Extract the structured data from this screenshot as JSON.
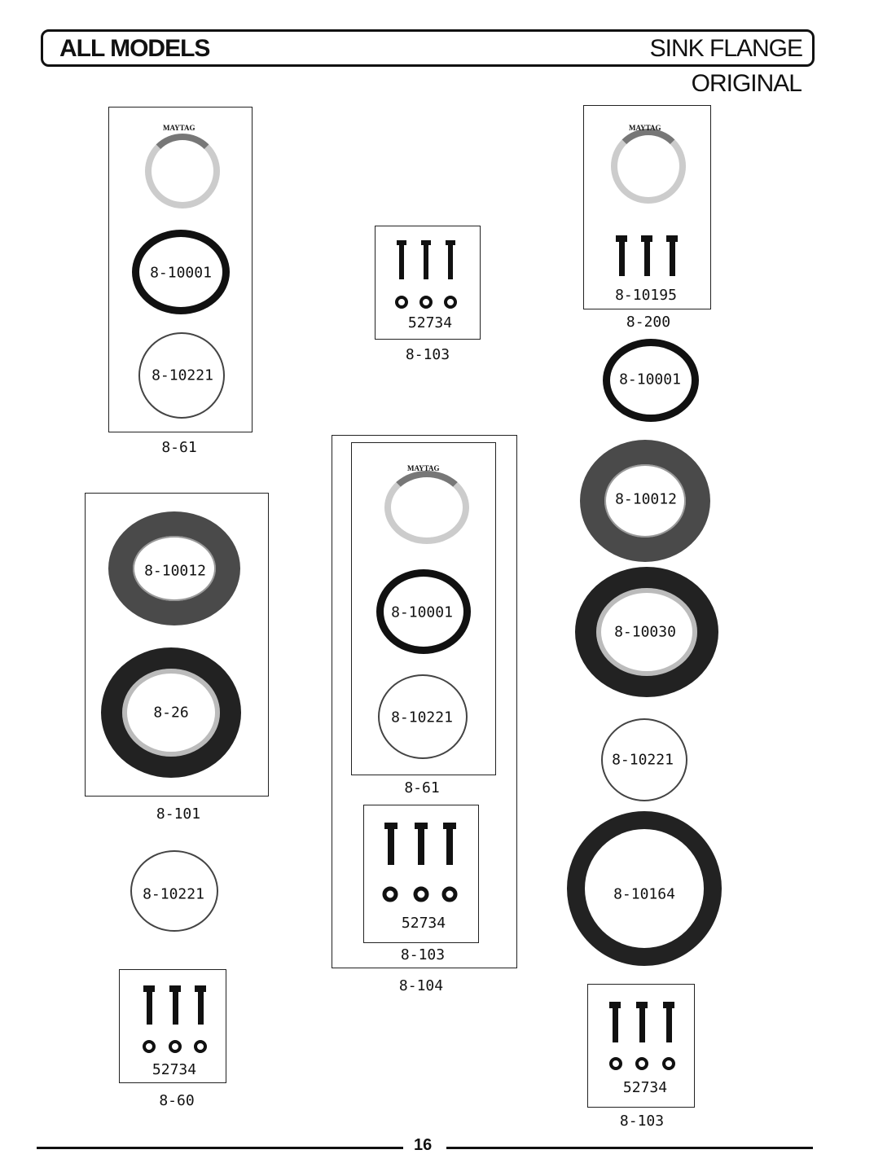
{
  "header": {
    "left": "ALL MODELS",
    "right": "SINK FLANGE",
    "subtitle": "ORIGINAL"
  },
  "brand": "MAYTAG",
  "groups": {
    "g1": {
      "ring_a": "8-10001",
      "ring_b": "8-10221",
      "label": "8-61"
    },
    "g2": {
      "kit": "52734",
      "label": "8-103"
    },
    "g3": {
      "kit": "8-10195",
      "label": "8-200"
    },
    "g4": {
      "ring_a": "8-10012",
      "ring_b": "8-26",
      "label": "8-101"
    },
    "g5": {
      "inner": {
        "ring_a": "8-10001",
        "ring_b": "8-10221",
        "label": "8-61"
      },
      "kit": {
        "code": "52734",
        "label": "8-103"
      },
      "label": "8-104"
    },
    "g6": {
      "label": "8-10221"
    },
    "g7": {
      "kit": "52734",
      "label": "8-60"
    },
    "right": {
      "a": "8-10001",
      "b": "8-10012",
      "c": "8-10030",
      "d": "8-10221",
      "e": "8-10164",
      "kit": "52734",
      "kit_label": "8-103"
    }
  },
  "footer": {
    "page": "16"
  }
}
